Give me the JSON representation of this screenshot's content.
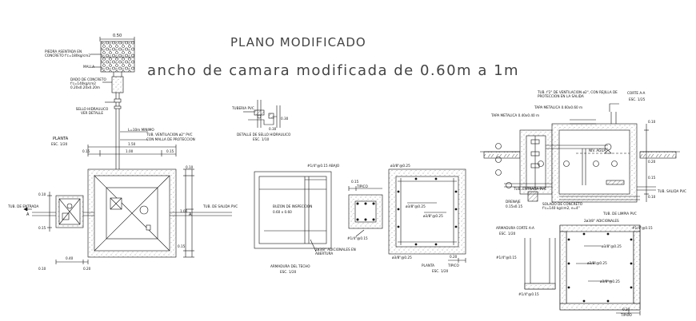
{
  "title": "PLANO MODIFICADO",
  "subtitle": "ancho de camara modificada de 0.60m a 1m",
  "left_drawing": {
    "dim_top": "0.50",
    "piedra": "PIEDRA ASENTADA EN CONCRETO f'c=180kg/cm2",
    "malla": "MALLA",
    "dado": "DADO DE CONCRETO f'c=140kg/cm2 0.20x0.20x0.20m",
    "sello": "SELLO HIDRAULICO VER DETALLE",
    "l_min": "L=10m MINIMO",
    "tub_ventilacion": "TUB. VENTILACION ø2\" PVC",
    "con_malla": "CON MALLA DE PROTECCION",
    "planta": "PLANTA",
    "esc": "ESC. 1/20",
    "tub_entrada": "TUB. DE ENTRADA",
    "tub_salida": "TUB. DE SALIDA PVC",
    "section_a": "A",
    "dims": [
      "0.15",
      "1.50",
      "1.00",
      "0.15",
      "0.10",
      "0.15",
      "0.40",
      "0.10",
      "0.20",
      "0.10",
      "1.00",
      "0.15"
    ]
  },
  "detalle_sello": {
    "tuberia": "TUBERIA PVC",
    "title": "DETALLE DE SELLO HIDRAULICO",
    "esc": "ESC. 1/10",
    "dims": [
      "0.30",
      "0.30"
    ]
  },
  "techo": {
    "rebar_top": "#1/4\"@0.15 ABAJO",
    "buzon": "BUZON DE INSPECCION",
    "buzon_dim": "0.60 x 0.60",
    "adicionales": "2ø3/8\" ADICIONALES EN ABERTURA",
    "title": "ARMADURA DEL TECHO",
    "esc": "ESC. 1/20"
  },
  "small_plan": {
    "dim": "0.15",
    "tipico": "TIPICO",
    "rebar": "#1/4\"@0.15"
  },
  "planta_armadura": {
    "rebar_top": "ø3/8\"@0.25",
    "rebar_mid1": "ø3/8\"@0.25",
    "rebar_mid2": "ø3/8\"@0.25",
    "rebar_bot": "ø3/8\"@0.25",
    "title": "PLANTA",
    "esc": "ESC. 1/20",
    "dim": "0.20",
    "tipico": "TIPICO"
  },
  "corte": {
    "tub_ventilacion": "TUB. f'2\" DE VENTILACION ø2\", CON REJILLA DE PROTECCION EN LA SALIDA",
    "corte": "CORTE A-A",
    "esc": "ESC. 1/25",
    "tapa_metalica": "TAPA METALICA 0.60x0.60 m",
    "tapa_small": "TAPA METALICA 0.40x0.40 m",
    "niv_agua": "NIV. AGUA",
    "tub_entrada": "TUB. ENTRADA PVC",
    "tub_salida": "TUB. SALIDA PVC",
    "drenaje": "DRENAJE",
    "drenaje_dim": "0.15x0.15",
    "solado": "SOLADO DE CONCRETO f'c=140 kg/cm2, e=4\"",
    "tub_limpia": "TUB. DE LIMPIA PVC",
    "dims": [
      "0.10",
      "0.20",
      "0.15",
      "0.10"
    ]
  },
  "armadura_corte": {
    "adicionales": "2ø3/8\" ADICIONALES",
    "title": "ARMADURA CORTE A-A",
    "esc": "ESC. 1/20",
    "rebar_1": "#1/4\"@0.15",
    "rebar_2": "#1/4\"@0.15",
    "rebar_3": "ø3/8\"@0.25",
    "rebar_4": "ø3/8\"@0.25",
    "rebar_5": "#1/4\"@0.15",
    "rebar_6": "ø3/8\"@0.25",
    "dim": "0.20",
    "tipico": "TIPICO"
  },
  "colors": {
    "line": "#111111",
    "title": "#444444",
    "concrete": "#9a9a9a"
  }
}
